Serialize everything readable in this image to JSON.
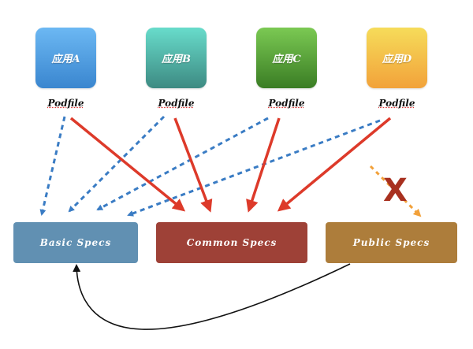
{
  "apps": [
    {
      "label": "应用A",
      "podfile": "Podfile"
    },
    {
      "label": "应用B",
      "podfile": "Podfile"
    },
    {
      "label": "应用C",
      "podfile": "Podfile"
    },
    {
      "label": "应用D",
      "podfile": "Podfile"
    }
  ],
  "specs": {
    "basic": "Basic Specs",
    "common": "Common Specs",
    "public": "Public Specs"
  },
  "blocked_marker": "X",
  "colors": {
    "dependency_basic": "#3a7cc4",
    "dependency_common": "#dd3a2a",
    "blocked_public": "#f2a13a",
    "link_public_to_basic": "#111111"
  }
}
